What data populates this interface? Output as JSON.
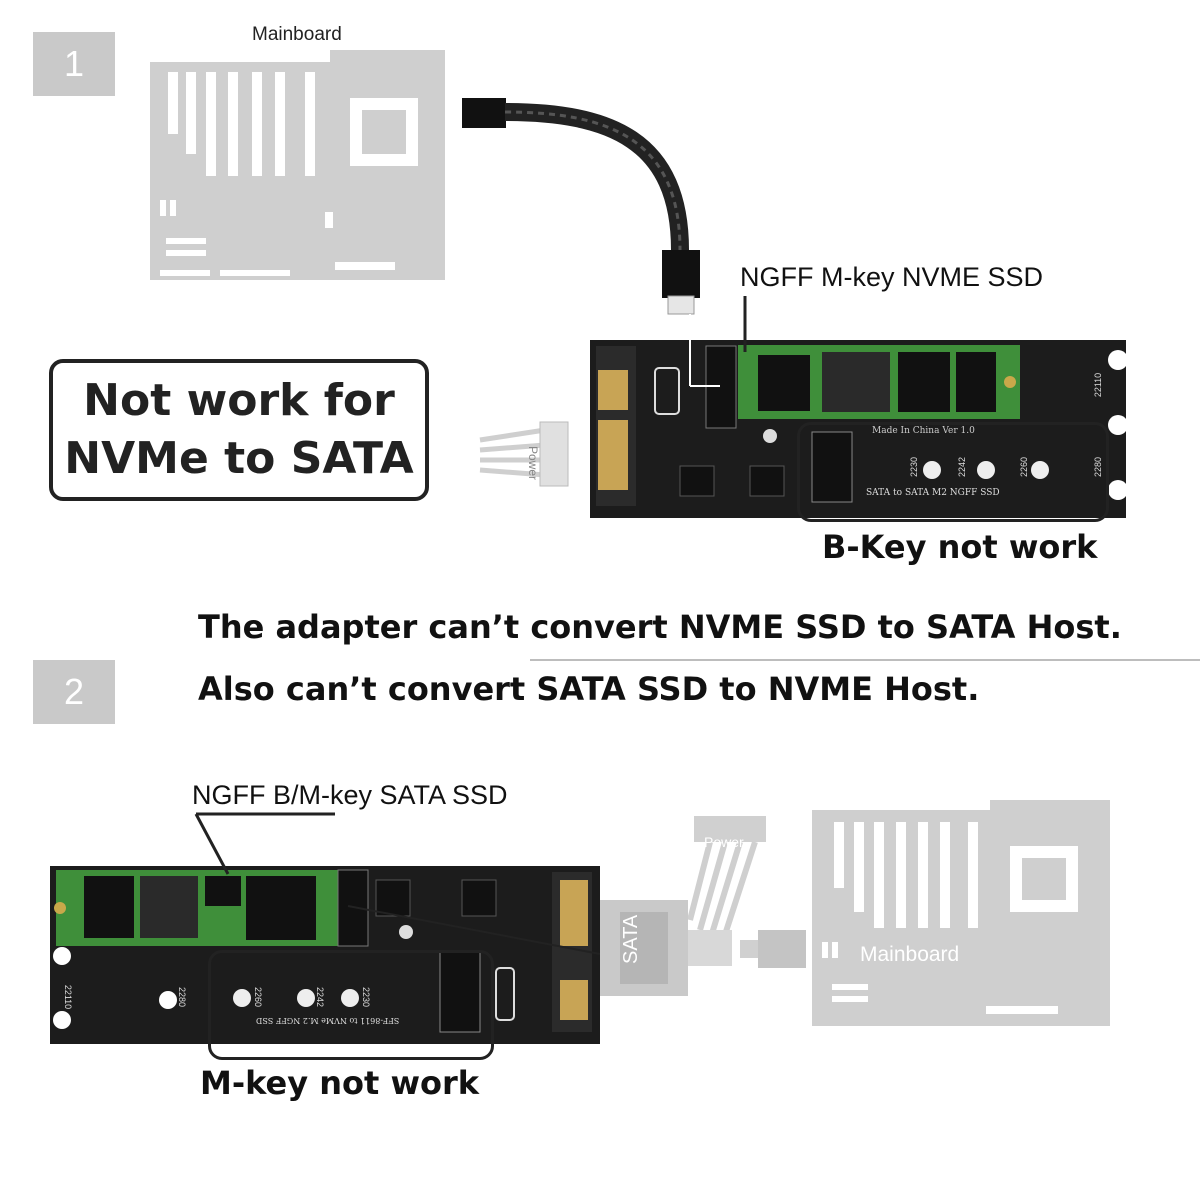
{
  "step1": {
    "number": "1",
    "mainboard_label": "Mainboard",
    "ssd_label": "NGFF M-key NVME SSD",
    "warning": [
      "Not work for",
      "NVMe to SATA"
    ],
    "bkey_label": "B-Key not work",
    "power_label": "Power",
    "board_text_1": "SATA to SATA M2 NGFF SSD",
    "board_text_2": "Made In China Ver 1.0",
    "slot_sizes": [
      "2230",
      "2242",
      "2260",
      "2280",
      "22110"
    ]
  },
  "captions": [
    "The adapter can’t convert NVME SSD to SATA Host.",
    "Also can’t convert SATA SSD to NVME Host."
  ],
  "step2": {
    "number": "2",
    "ssd_label": "NGFF B/M-key SATA SSD",
    "mkey_label": "M-key not work",
    "power_label": "Power",
    "sata_label": "SATA",
    "mainboard_label": "Mainboard",
    "board_text_1": "SFF-8611 to NVMe M.2 NGFF SSD",
    "slot_sizes": [
      "22110",
      "2280",
      "2260",
      "2242",
      "2230"
    ]
  },
  "colors": {
    "gray_art": "#cfcfcf",
    "board": "#1c1c1c",
    "pcb_green": "#3f8f3a"
  }
}
